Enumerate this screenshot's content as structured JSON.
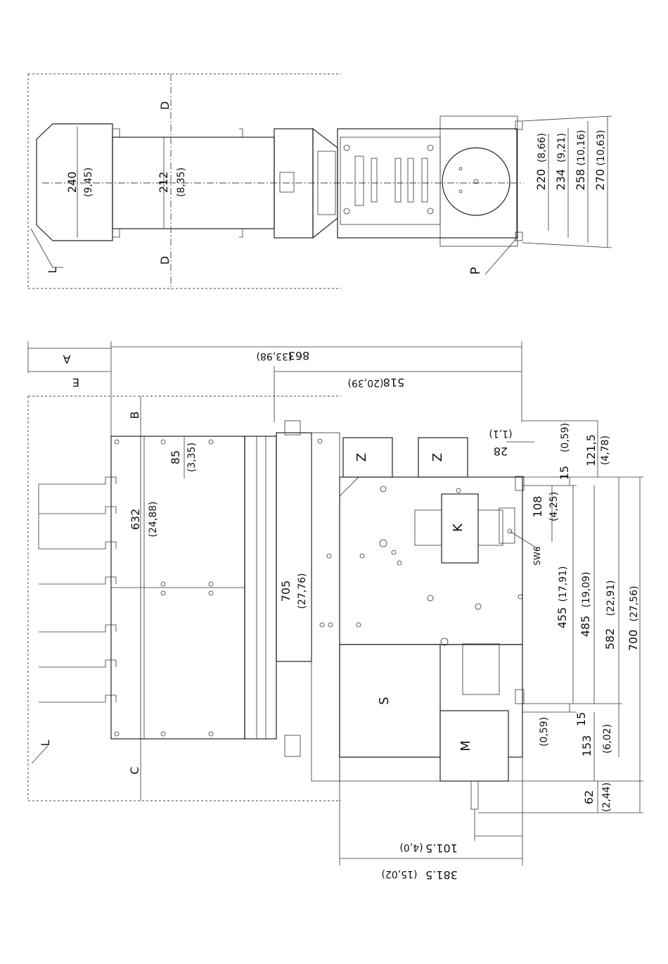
{
  "top_view": {
    "dims": {
      "d240": "240",
      "d240_in": "(9,45)",
      "d212": "212",
      "d212_in": "(8,35)",
      "d220": "220",
      "d220_in": "(8,66)",
      "d234": "234",
      "d234_in": "(9,21)",
      "d258": "258",
      "d258_in": "(10,16)",
      "d270": "270",
      "d270_in": "(10,63)"
    },
    "labels": {
      "section_top": "D",
      "section_bottom": "D",
      "L": "L",
      "P": "P"
    }
  },
  "side_view": {
    "dims": {
      "d863": "863",
      "d863_in": "(33,98)",
      "d518": "518",
      "d518_in": "(20,39)",
      "d632": "632",
      "d632_in": "(24,88)",
      "d85": "85",
      "d85_in": "(3,35)",
      "d705": "705",
      "d705_in": "(27,76)",
      "d28": "28",
      "d28_in": "(1,1)",
      "d121": "121,5",
      "d121_in": "(4,78)",
      "d15a": "15",
      "d15a_in": "(0,59)",
      "d108": "108",
      "d108_in": "(4,25)",
      "d455": "455",
      "d455_in": "(17,91)",
      "d485": "485",
      "d485_in": "(19,09)",
      "d582": "582",
      "d582_in": "(22,91)",
      "d700": "700",
      "d700_in": "(27,56)",
      "d15b": "15",
      "d15b_in": "(0,59)",
      "d153": "153",
      "d153_in": "(6,02)",
      "d62": "62",
      "d62_in": "(2,44)",
      "d101": "101.5",
      "d101_in": "(4,0)",
      "d381": "381.5",
      "d381_in": "(15,02)"
    },
    "labels": {
      "A": "A",
      "E": "E",
      "B": "B",
      "C": "C",
      "L": "L",
      "Z1": "Z",
      "Z2": "Z",
      "K": "K",
      "S": "S",
      "M": "M",
      "SW6": "SW6"
    }
  }
}
